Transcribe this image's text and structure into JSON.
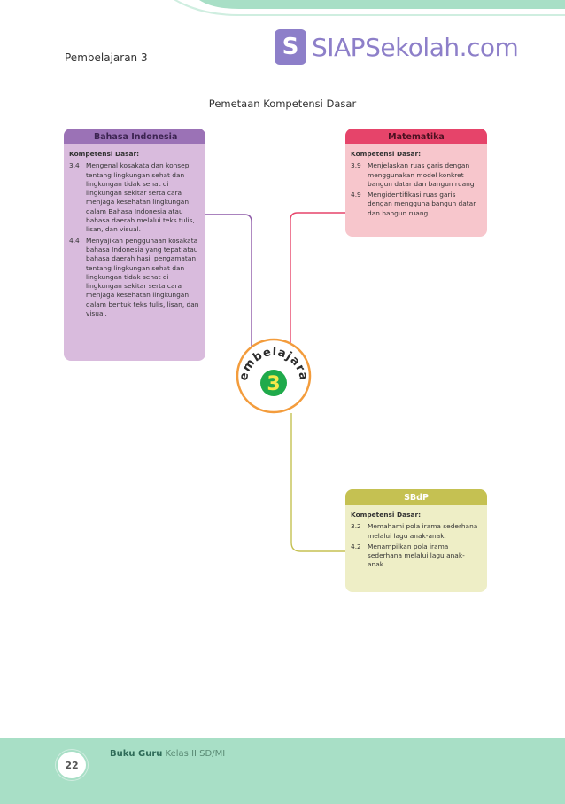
{
  "header": {
    "lesson": "Pembelajaran 3"
  },
  "logo": {
    "badge": "S",
    "text": "SIAPSekolah.com"
  },
  "map_title": "Pemetaan Kompetensi Dasar",
  "hub": {
    "arc_text": "Pembelajaran",
    "number": "3"
  },
  "subjects": {
    "bahasa_indonesia": {
      "title": "Bahasa Indonesia",
      "kd_label": "Kompetensi Dasar:",
      "items": [
        {
          "num": "3.4",
          "text": "Mengenal kosakata dan konsep tentang lingkungan sehat dan lingkungan tidak sehat di lingkungan sekitar serta cara menjaga kesehatan lingkungan dalam Bahasa Indonesia atau bahasa daerah melalui teks tulis, lisan, dan visual."
        },
        {
          "num": "4.4",
          "text": "Menyajikan penggunaan kosakata bahasa Indonesia yang tepat atau bahasa daerah hasil pengamatan tentang lingkungan sehat dan lingkungan tidak sehat di lingkungan sekitar serta cara menjaga kesehatan lingkungan dalam bentuk teks tulis, lisan, dan visual."
        }
      ]
    },
    "matematika": {
      "title": "Matematika",
      "kd_label": "Kompetensi Dasar:",
      "items": [
        {
          "num": "3.9",
          "text": "Menjelaskan ruas garis dengan menggunakan model konkret bangun datar dan bangun ruang"
        },
        {
          "num": "4.9",
          "text": "Mengidentifikasi ruas garis dengan mengguna bangun datar dan bangun ruang."
        }
      ]
    },
    "sbdp": {
      "title": "SBdP",
      "kd_label": "Kompetensi Dasar:",
      "items": [
        {
          "num": "3.2",
          "text": "Memahami pola irama sederhana melalui lagu anak-anak."
        },
        {
          "num": "4.2",
          "text": "Menampilkan pola irama sederhana melalui lagu anak-anak."
        }
      ]
    }
  },
  "footer": {
    "page": "22",
    "book_bold": "Buku Guru",
    "book_rest": "Kelas II SD/MI"
  },
  "colors": {
    "bi_head": "#9b72b6",
    "bi_body": "#d9bbdd",
    "mtk_head": "#e6446a",
    "mtk_body": "#f7c6cc",
    "sbdp_head": "#c5c152",
    "sbdp_body": "#eeeec6",
    "hub_ring": "#f39c3c",
    "hub_center": "#1faa4b",
    "band": "#a8dfc6"
  }
}
